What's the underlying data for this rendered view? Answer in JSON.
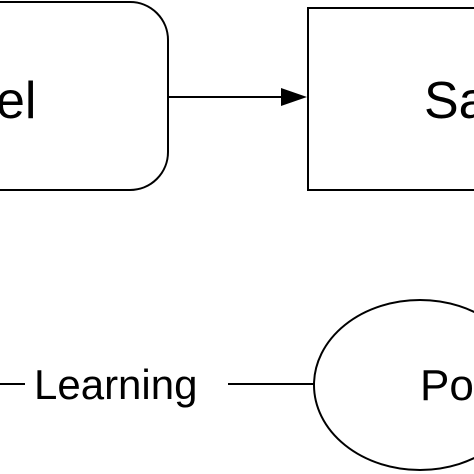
{
  "diagram": {
    "nodes": {
      "model": {
        "label": "el",
        "shape": "rounded-rectangle"
      },
      "sampler": {
        "label": "Sa",
        "shape": "rectangle"
      },
      "policy": {
        "label": "Po",
        "shape": "ellipse"
      }
    },
    "edges": {
      "model_to_sampler": {
        "type": "arrow"
      },
      "learning": {
        "label": "Learning",
        "type": "line"
      }
    },
    "colors": {
      "stroke": "#000000",
      "text": "#000000",
      "background": "#ffffff"
    }
  }
}
